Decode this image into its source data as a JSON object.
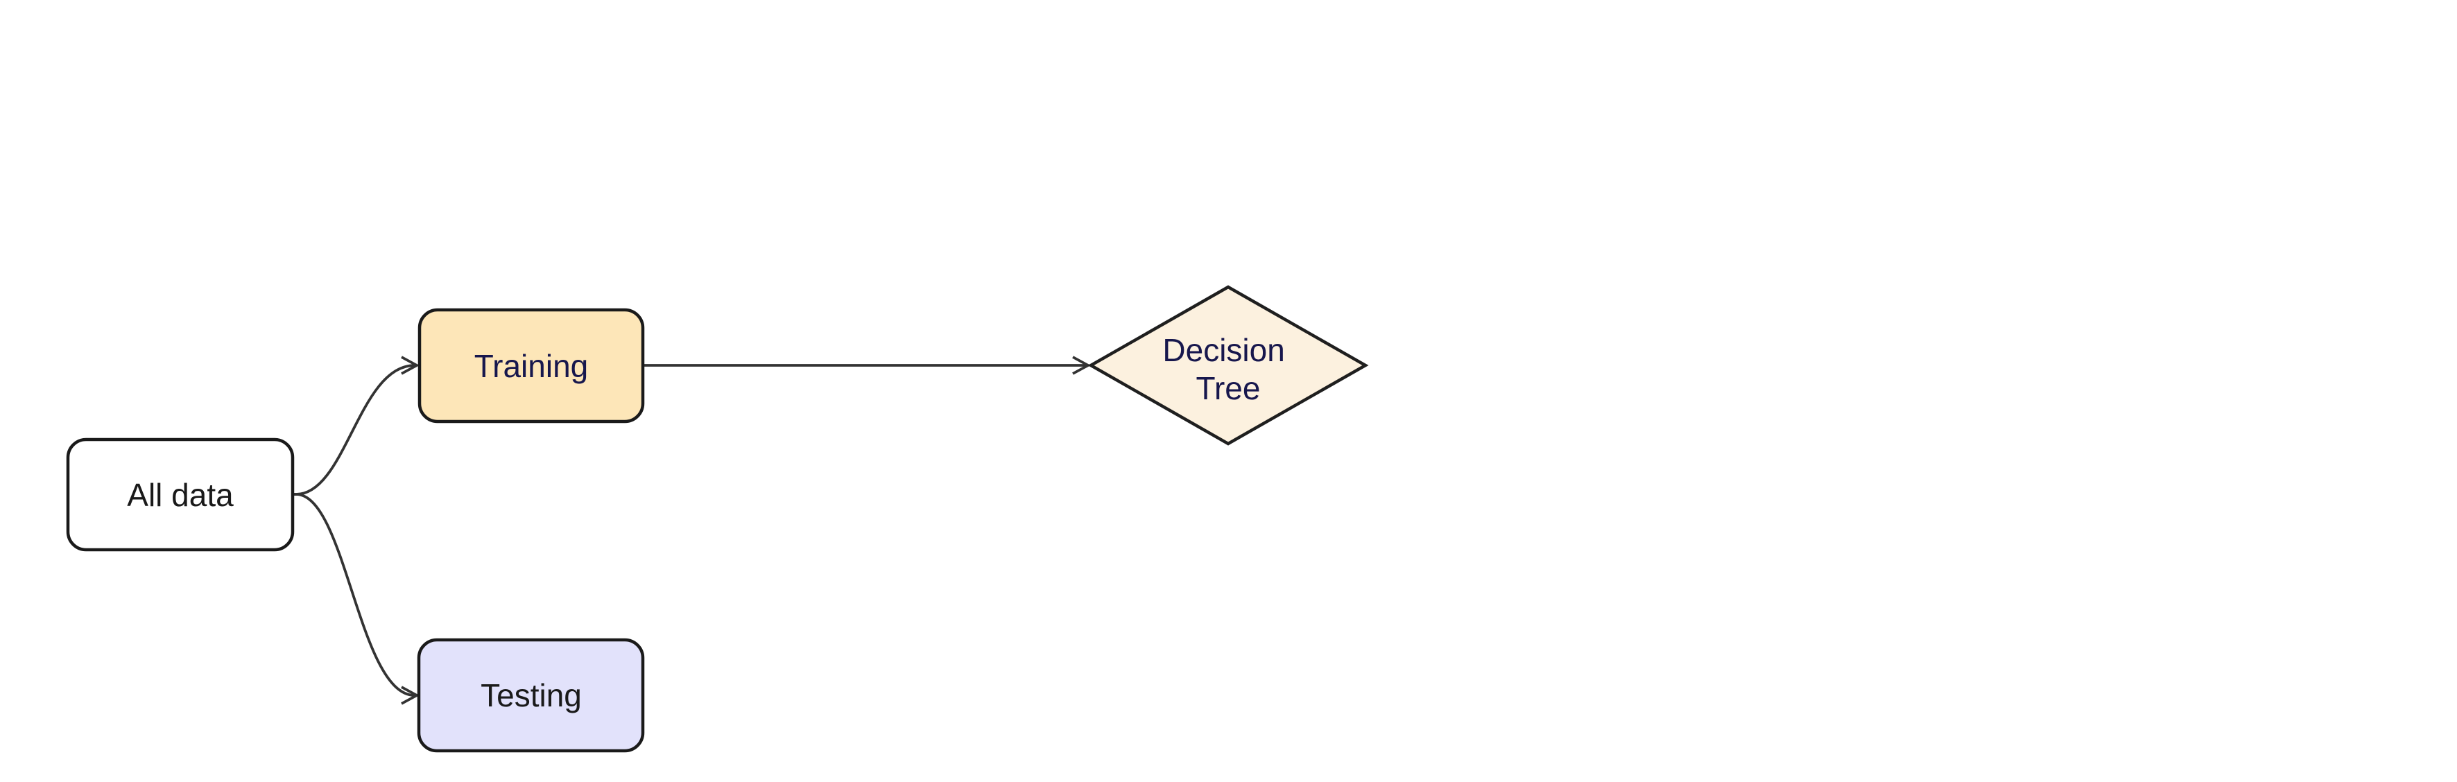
{
  "diagram": {
    "background": "#ffffff",
    "edge_color": "#333333",
    "nodes": {
      "all_data": {
        "label": "All data",
        "shape": "rounded-rectangle",
        "fill": "#ffffff",
        "border": "#1a1a1a",
        "text_color": "#1a1a1a"
      },
      "training": {
        "label": "Training",
        "shape": "rounded-rectangle",
        "fill": "#fde6b8",
        "border": "#1a1a1a",
        "text_color": "#17174d"
      },
      "testing": {
        "label": "Testing",
        "shape": "rounded-rectangle",
        "fill": "#e2e2fb",
        "border": "#1a1a1a",
        "text_color": "#1a1a1a"
      },
      "decision_tree": {
        "label_line1": "Decision",
        "label_line2": "Tree",
        "shape": "diamond",
        "fill": "#fcf1df",
        "border": "#1f1f1f",
        "text_color": "#17174d"
      }
    },
    "edges": [
      {
        "from": "All data",
        "to": "Training"
      },
      {
        "from": "All data",
        "to": "Testing"
      },
      {
        "from": "Training",
        "to": "Decision Tree"
      }
    ]
  }
}
